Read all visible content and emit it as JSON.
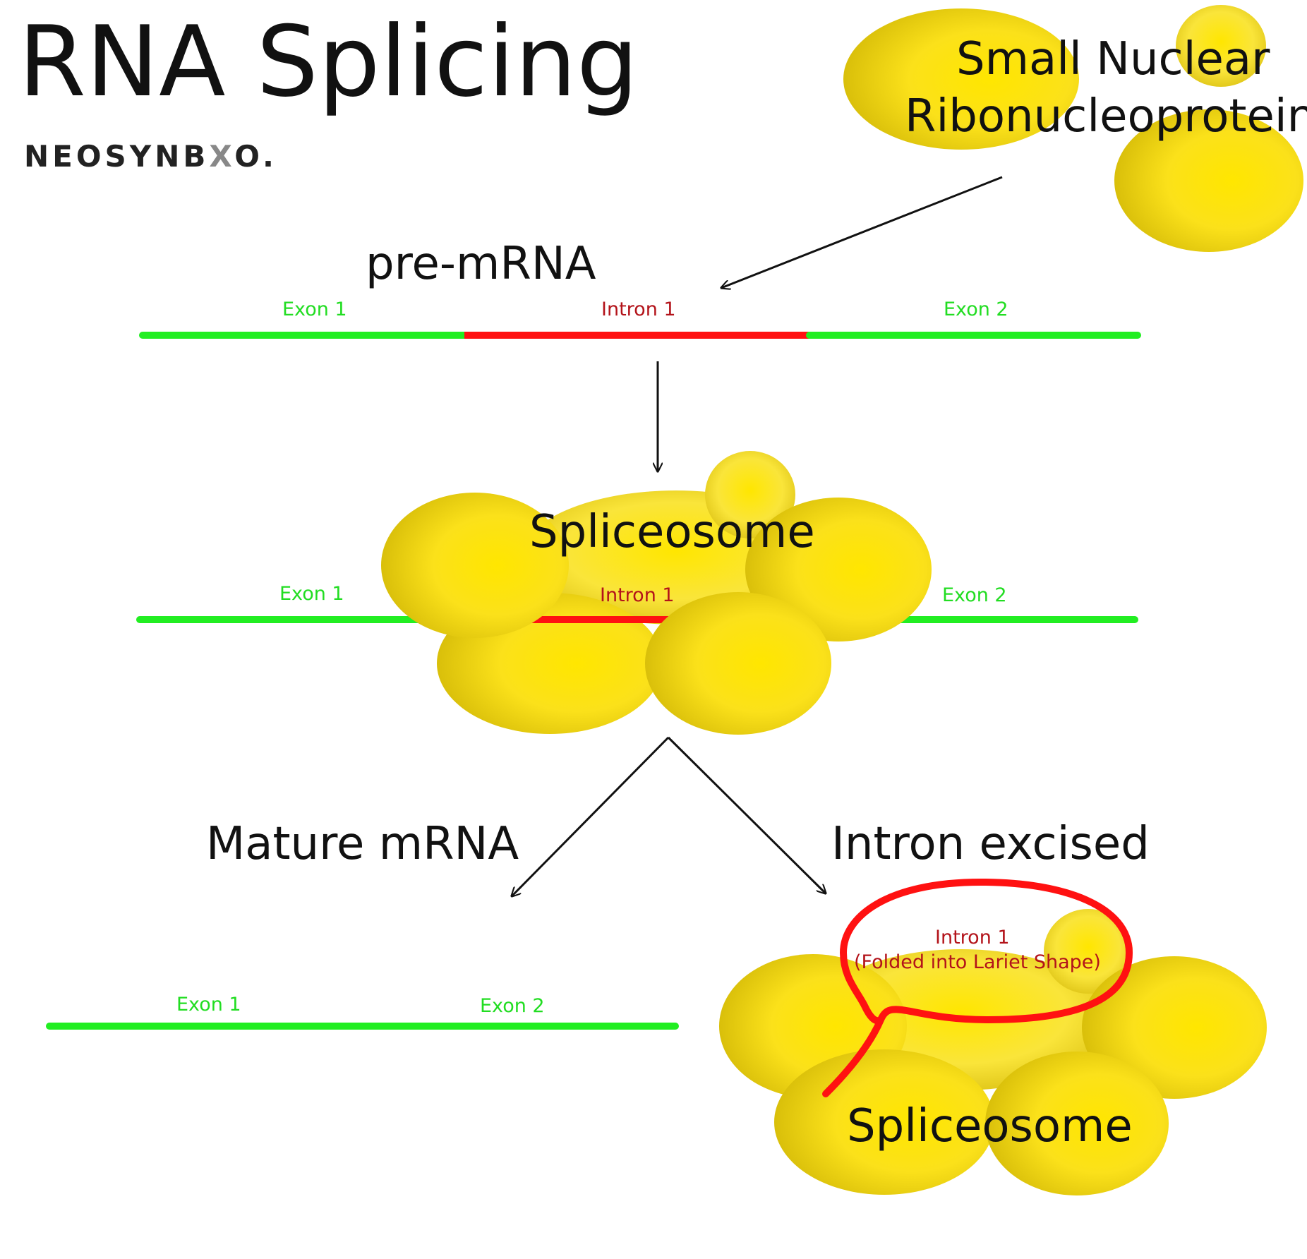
{
  "title": "RNA Splicing",
  "logo": {
    "prefix": "NEOSYNB",
    "mark": "X",
    "suffix": "O."
  },
  "snrnp": {
    "line1": "Small Nuclear",
    "line2": "Ribonucleoproteins"
  },
  "pre_mrna": {
    "heading": "pre-mRNA",
    "exon1": "Exon 1",
    "intron1": "Intron 1",
    "exon2": "Exon 2"
  },
  "spliceosome": {
    "heading": "Spliceosome",
    "exon1": "Exon 1",
    "intron1": "Intron 1",
    "exon2": "Exon 2"
  },
  "mature_mrna": {
    "heading": "Mature mRNA",
    "exon1": "Exon 1",
    "exon2": "Exon 2"
  },
  "intron_excised": {
    "heading": "Intron excised",
    "intron_label": "Intron 1",
    "intron_note": "(Folded into Lariet Shape)",
    "spliceosome_label": "Spliceosome"
  },
  "colors": {
    "exon": "#22ee22",
    "intron": "#ff1111",
    "protein": "#ffe000",
    "arrow": "#111111"
  }
}
